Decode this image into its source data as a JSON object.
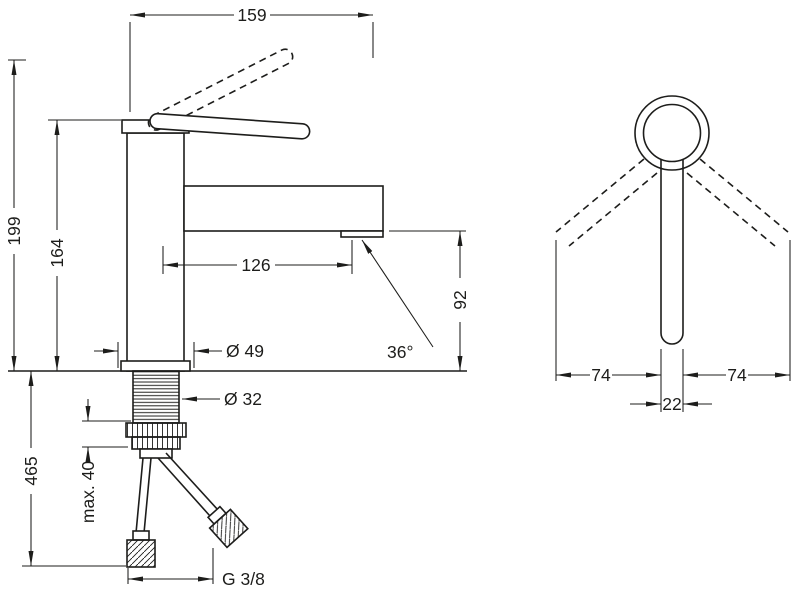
{
  "meta": {
    "background_color": "#ffffff",
    "line_color": "#1d1d1b",
    "drawing_type": "faucet technical dimension drawing"
  },
  "side_view": {
    "dim_top_width": "159",
    "dim_total_height": "199",
    "dim_body_height": "164",
    "dim_spout_reach": "126",
    "dim_outlet_height": "92",
    "dim_base_diameter": "Ø 49",
    "dim_shank_diameter": "Ø 32",
    "dim_jet_angle": "36°",
    "dim_hose_length": "465",
    "dim_max_deck_thickness": "max. 40",
    "dim_thread": "G 3/8"
  },
  "top_view": {
    "dim_swing_left": "74",
    "dim_swing_right": "74",
    "dim_lever_width": "22"
  }
}
